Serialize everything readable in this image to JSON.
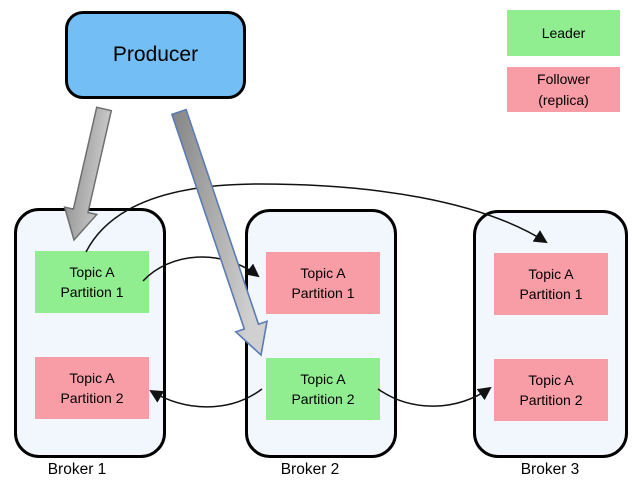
{
  "producer": {
    "label": "Producer"
  },
  "legend": {
    "leader": {
      "label": "Leader"
    },
    "follower": {
      "line1": "Follower",
      "line2": "(replica)"
    }
  },
  "brokers": [
    {
      "label": "Broker 1",
      "partitions": [
        {
          "line1": "Topic A",
          "line2": "Partition 1",
          "role": "leader"
        },
        {
          "line1": "Topic A",
          "line2": "Partition 2",
          "role": "follower"
        }
      ]
    },
    {
      "label": "Broker 2",
      "partitions": [
        {
          "line1": "Topic A",
          "line2": "Partition 1",
          "role": "follower"
        },
        {
          "line1": "Topic A",
          "line2": "Partition 2",
          "role": "leader"
        }
      ]
    },
    {
      "label": "Broker 3",
      "partitions": [
        {
          "line1": "Topic A",
          "line2": "Partition 1",
          "role": "follower"
        },
        {
          "line1": "Topic A",
          "line2": "Partition 2",
          "role": "follower"
        }
      ]
    }
  ],
  "colors": {
    "leader": "#90EE90",
    "follower": "#F89CA6",
    "producer": "#73BEF4",
    "broker_fill": "#F2F7FD",
    "outline": "#000000",
    "connector": "#111111",
    "arrow_fill_dark": "#858585",
    "arrow_fill_light": "#D0D0D0",
    "arrow1_outline": "#6F6F6F",
    "arrow2_outline": "#5B7BB4"
  }
}
